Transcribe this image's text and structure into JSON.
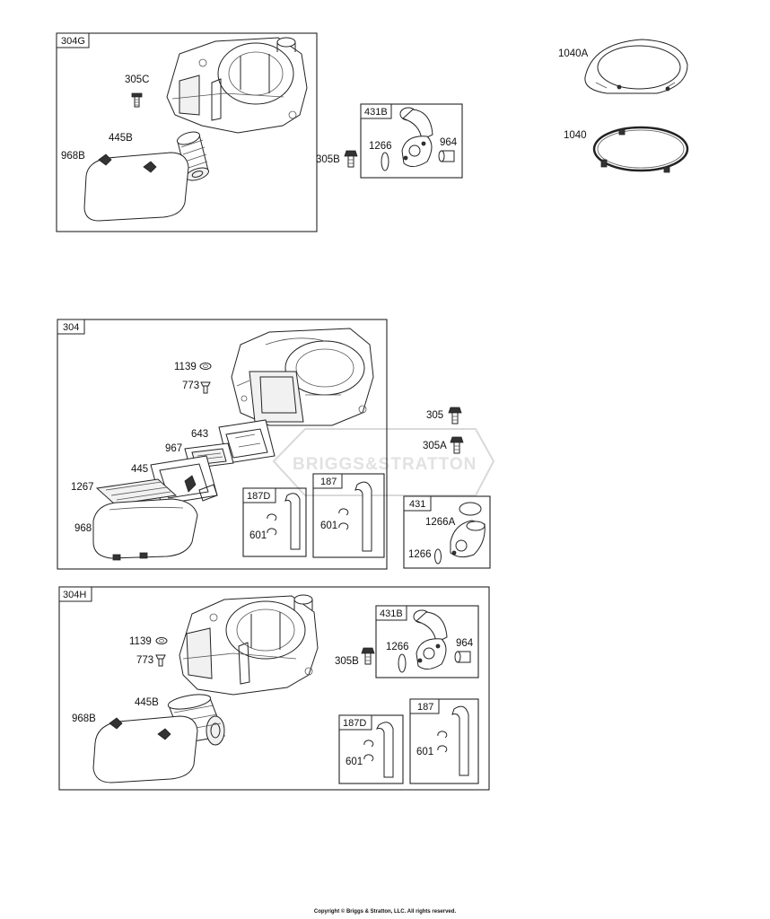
{
  "watermark": "BRIGGS&STRATTON",
  "copyright": "Copyright © Briggs & Stratton, LLC. All rights reserved.",
  "groups": {
    "g304G": {
      "tag": "304G",
      "labels": {
        "p305C": "305C",
        "p445B": "445B",
        "p968B": "968B"
      }
    },
    "g431B_top": {
      "tag": "431B",
      "labels": {
        "p1266": "1266",
        "p964": "964"
      }
    },
    "loose_top": {
      "p305B": "305B",
      "p1040A": "1040A",
      "p1040": "1040"
    },
    "g304": {
      "tag": "304",
      "labels": {
        "p1139": "1139",
        "p773": "773",
        "p643": "643",
        "p967": "967",
        "p445": "445",
        "p1267": "1267",
        "p968": "968"
      }
    },
    "g187D_mid": {
      "tag": "187D",
      "labels": {
        "p601": "601"
      }
    },
    "g187_mid": {
      "tag": "187",
      "labels": {
        "p601": "601"
      }
    },
    "loose_mid": {
      "p305": "305",
      "p305A": "305A"
    },
    "g431": {
      "tag": "431",
      "labels": {
        "p1266A": "1266A",
        "p1266": "1266"
      }
    },
    "g304H": {
      "tag": "304H",
      "labels": {
        "p1139": "1139",
        "p773": "773",
        "p445B": "445B",
        "p968B": "968B",
        "p305B": "305B"
      }
    },
    "g431B_bot": {
      "tag": "431B",
      "labels": {
        "p1266": "1266",
        "p964": "964"
      }
    },
    "g187D_bot": {
      "tag": "187D",
      "labels": {
        "p601": "601"
      }
    },
    "g187_bot": {
      "tag": "187",
      "labels": {
        "p601": "601"
      }
    }
  }
}
